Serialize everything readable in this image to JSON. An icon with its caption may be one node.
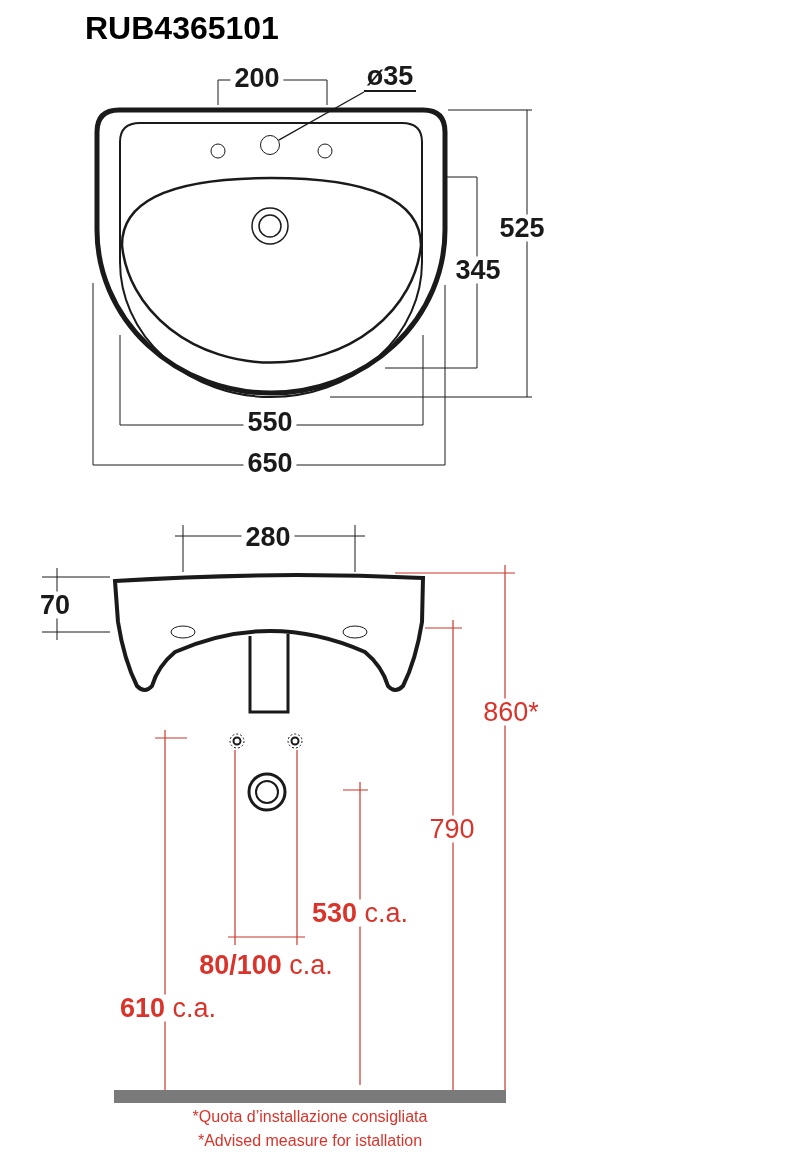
{
  "diagram": {
    "title": "RUB4365101",
    "nodes": [
      {
        "text": [
          "ø35"
        ]
      },
      {
        "text": [],
        "shape": "circle"
      }
    ],
    "edges": [
      {
        "from": 0,
        "to": 1,
        "arrow": "none"
      }
    ],
    "labels": [
      "200",
      "525",
      "345",
      "550",
      "650",
      "280",
      "70",
      "860*",
      "790",
      "**530** c.a.",
      "**80/100** c.a.",
      "**610** c.a.",
      "*Quota d’installazione consigliata",
      "*Advised measure for istallation"
    ]
  }
}
